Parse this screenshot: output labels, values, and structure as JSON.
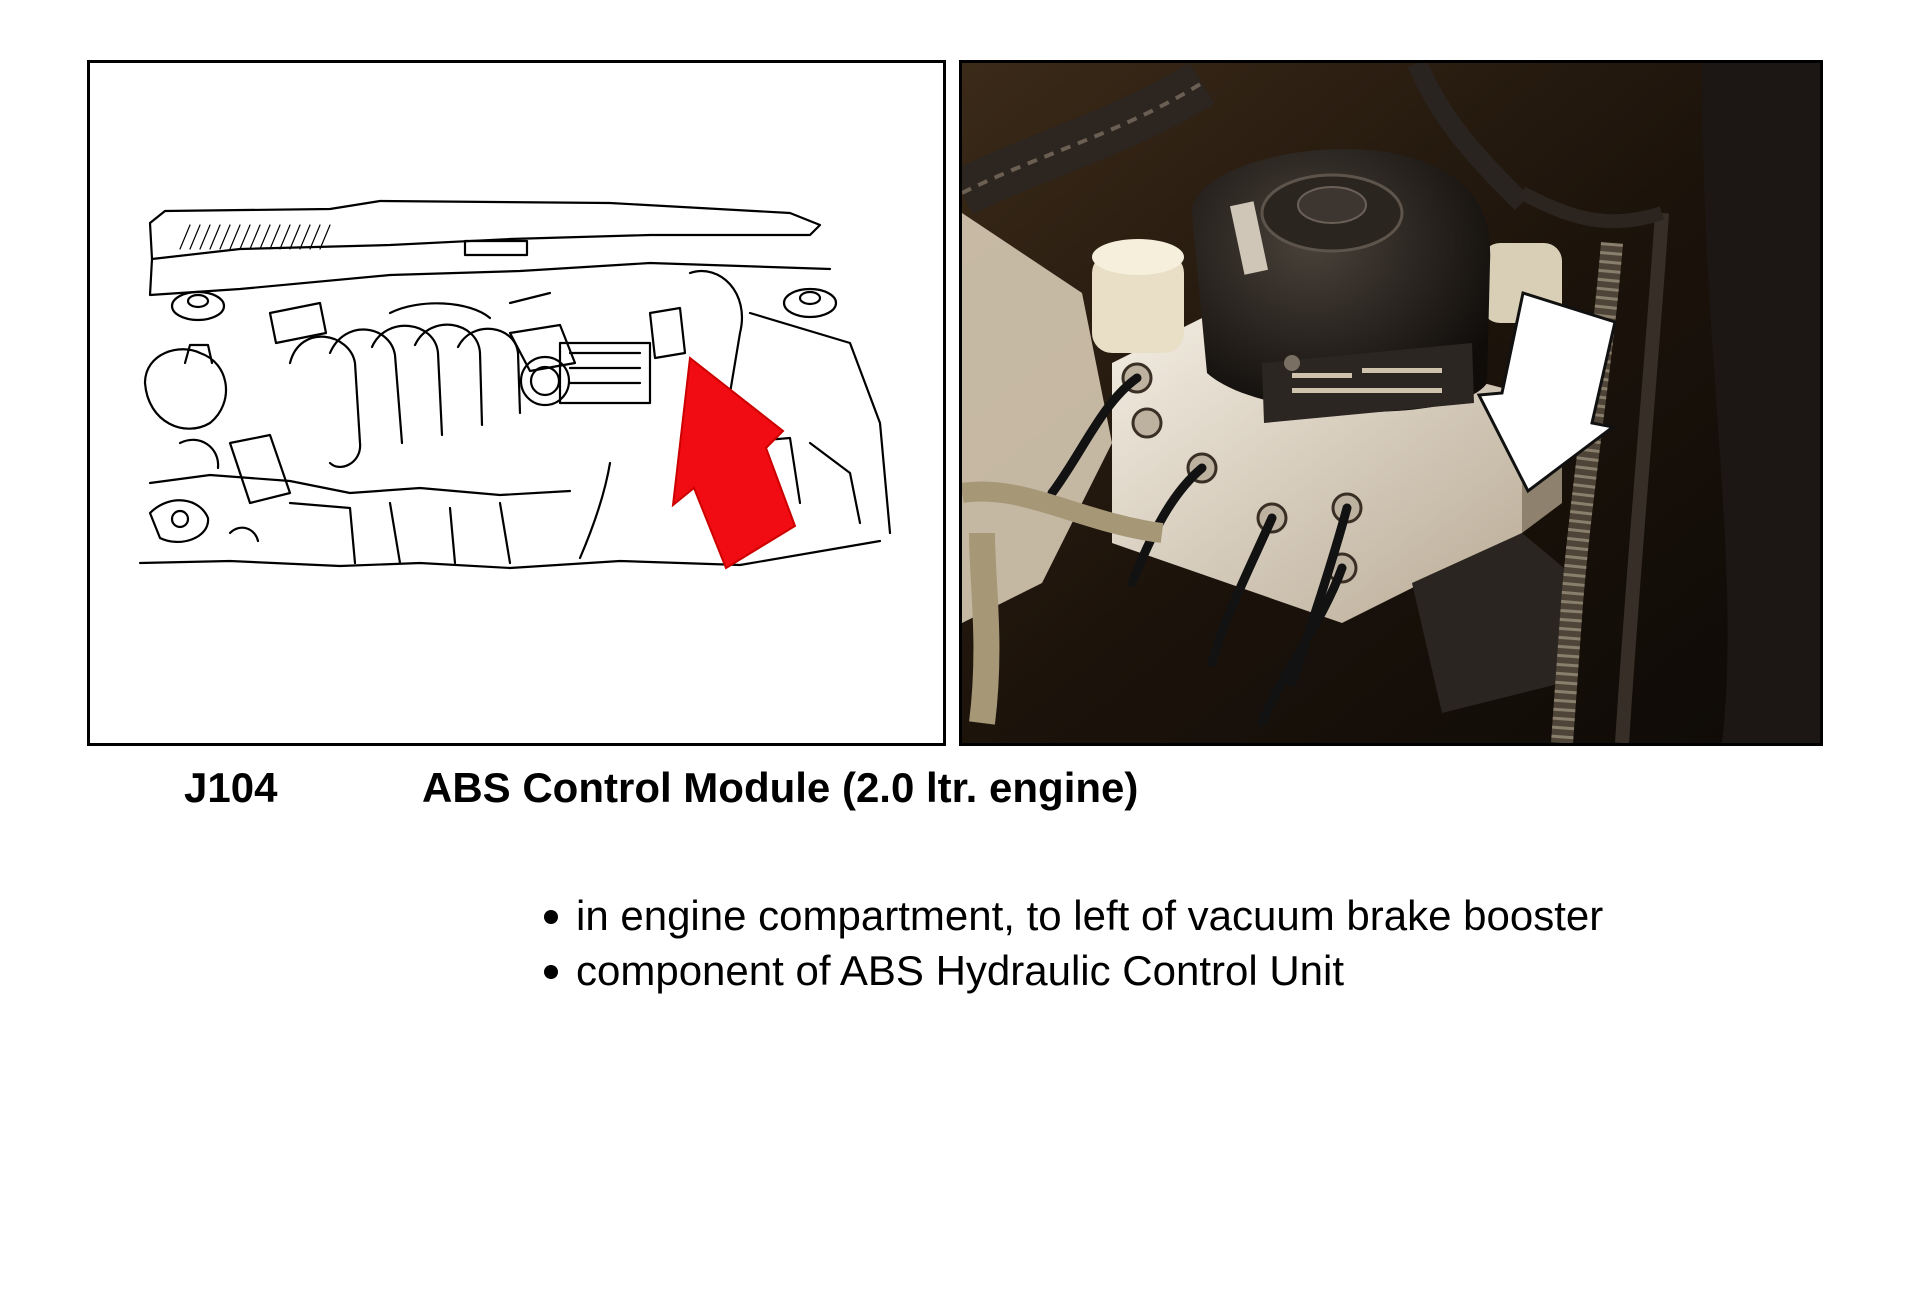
{
  "figure": {
    "diagram_alt": "engine compartment line drawing",
    "photo_alt": "ABS hydraulic control unit photo",
    "colors": {
      "diagram_arrow": "#f00c12",
      "photo_arrow": "#ffffff",
      "module_body": "#e9e2d6",
      "module_cap": "#1b1714"
    }
  },
  "caption": {
    "code": "J104",
    "title": "ABS Control Module (2.0 ltr. engine)"
  },
  "bullets": [
    "in engine compartment, to left of vacuum brake booster",
    "component of ABS Hydraulic Control Unit"
  ]
}
